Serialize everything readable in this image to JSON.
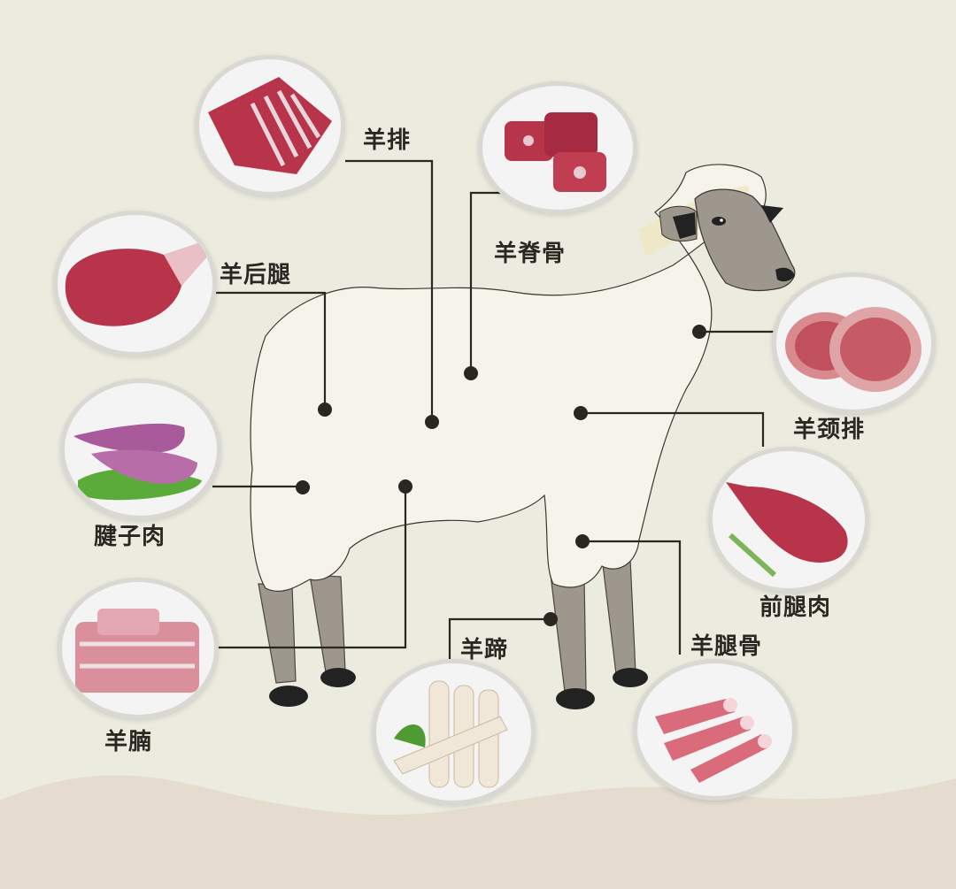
{
  "diagram": {
    "subject": "sheep",
    "colors": {
      "background": "#ecebdf",
      "wave": "#e5dccf",
      "wool": "#f6f4ea",
      "wool_shadow": "#efe6c2",
      "skin": "#9d978d",
      "hoof": "#222222",
      "line": "#2a2622",
      "meat": "#b8344a"
    },
    "cuts": [
      {
        "id": "rack",
        "label": "羊排",
        "plate_icon": "lamb-rack-icon"
      },
      {
        "id": "spine",
        "label": "羊脊骨",
        "plate_icon": "lamb-spine-bone-icon"
      },
      {
        "id": "hind-leg",
        "label": "羊后腿",
        "plate_icon": "lamb-hind-leg-icon"
      },
      {
        "id": "neck-chop",
        "label": "羊颈排",
        "plate_icon": "lamb-neck-chop-icon"
      },
      {
        "id": "shank",
        "label": "腱子肉",
        "plate_icon": "lamb-shank-icon"
      },
      {
        "id": "foreleg-meat",
        "label": "前腿肉",
        "plate_icon": "lamb-foreleg-meat-icon"
      },
      {
        "id": "brisket",
        "label": "羊腩",
        "plate_icon": "lamb-brisket-icon"
      },
      {
        "id": "trotter",
        "label": "羊蹄",
        "plate_icon": "lamb-trotter-icon"
      },
      {
        "id": "leg-bone",
        "label": "羊腿骨",
        "plate_icon": "lamb-leg-bone-icon"
      }
    ]
  }
}
